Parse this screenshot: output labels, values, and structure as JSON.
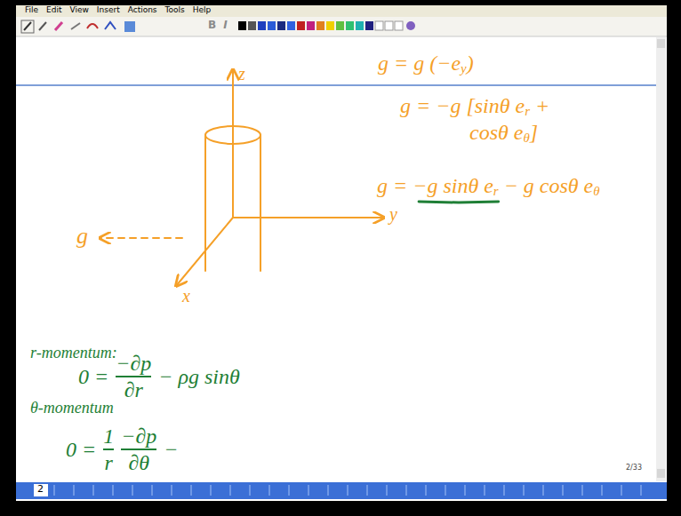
{
  "diagram": {
    "labels": [
      "File",
      "Edit",
      "View",
      "Insert",
      "Actions",
      "Tools",
      "Help",
      "B",
      "I",
      "z",
      "y",
      "x",
      "g",
      "g = g (−e",
      "y",
      ")",
      "g = −g [sinθ e",
      "r",
      "+",
      "cosθ e",
      "θ",
      "]",
      "g = −g sinθ e",
      "r",
      "− g cosθ e",
      "θ",
      "r-momentum:",
      "0 =",
      "−∂p",
      "∂r",
      "− ρg sinθ",
      "θ-momentum",
      "0 =",
      "1",
      "r",
      "−∂p",
      "∂θ",
      "−",
      "2",
      "2/33"
    ]
  }
}
